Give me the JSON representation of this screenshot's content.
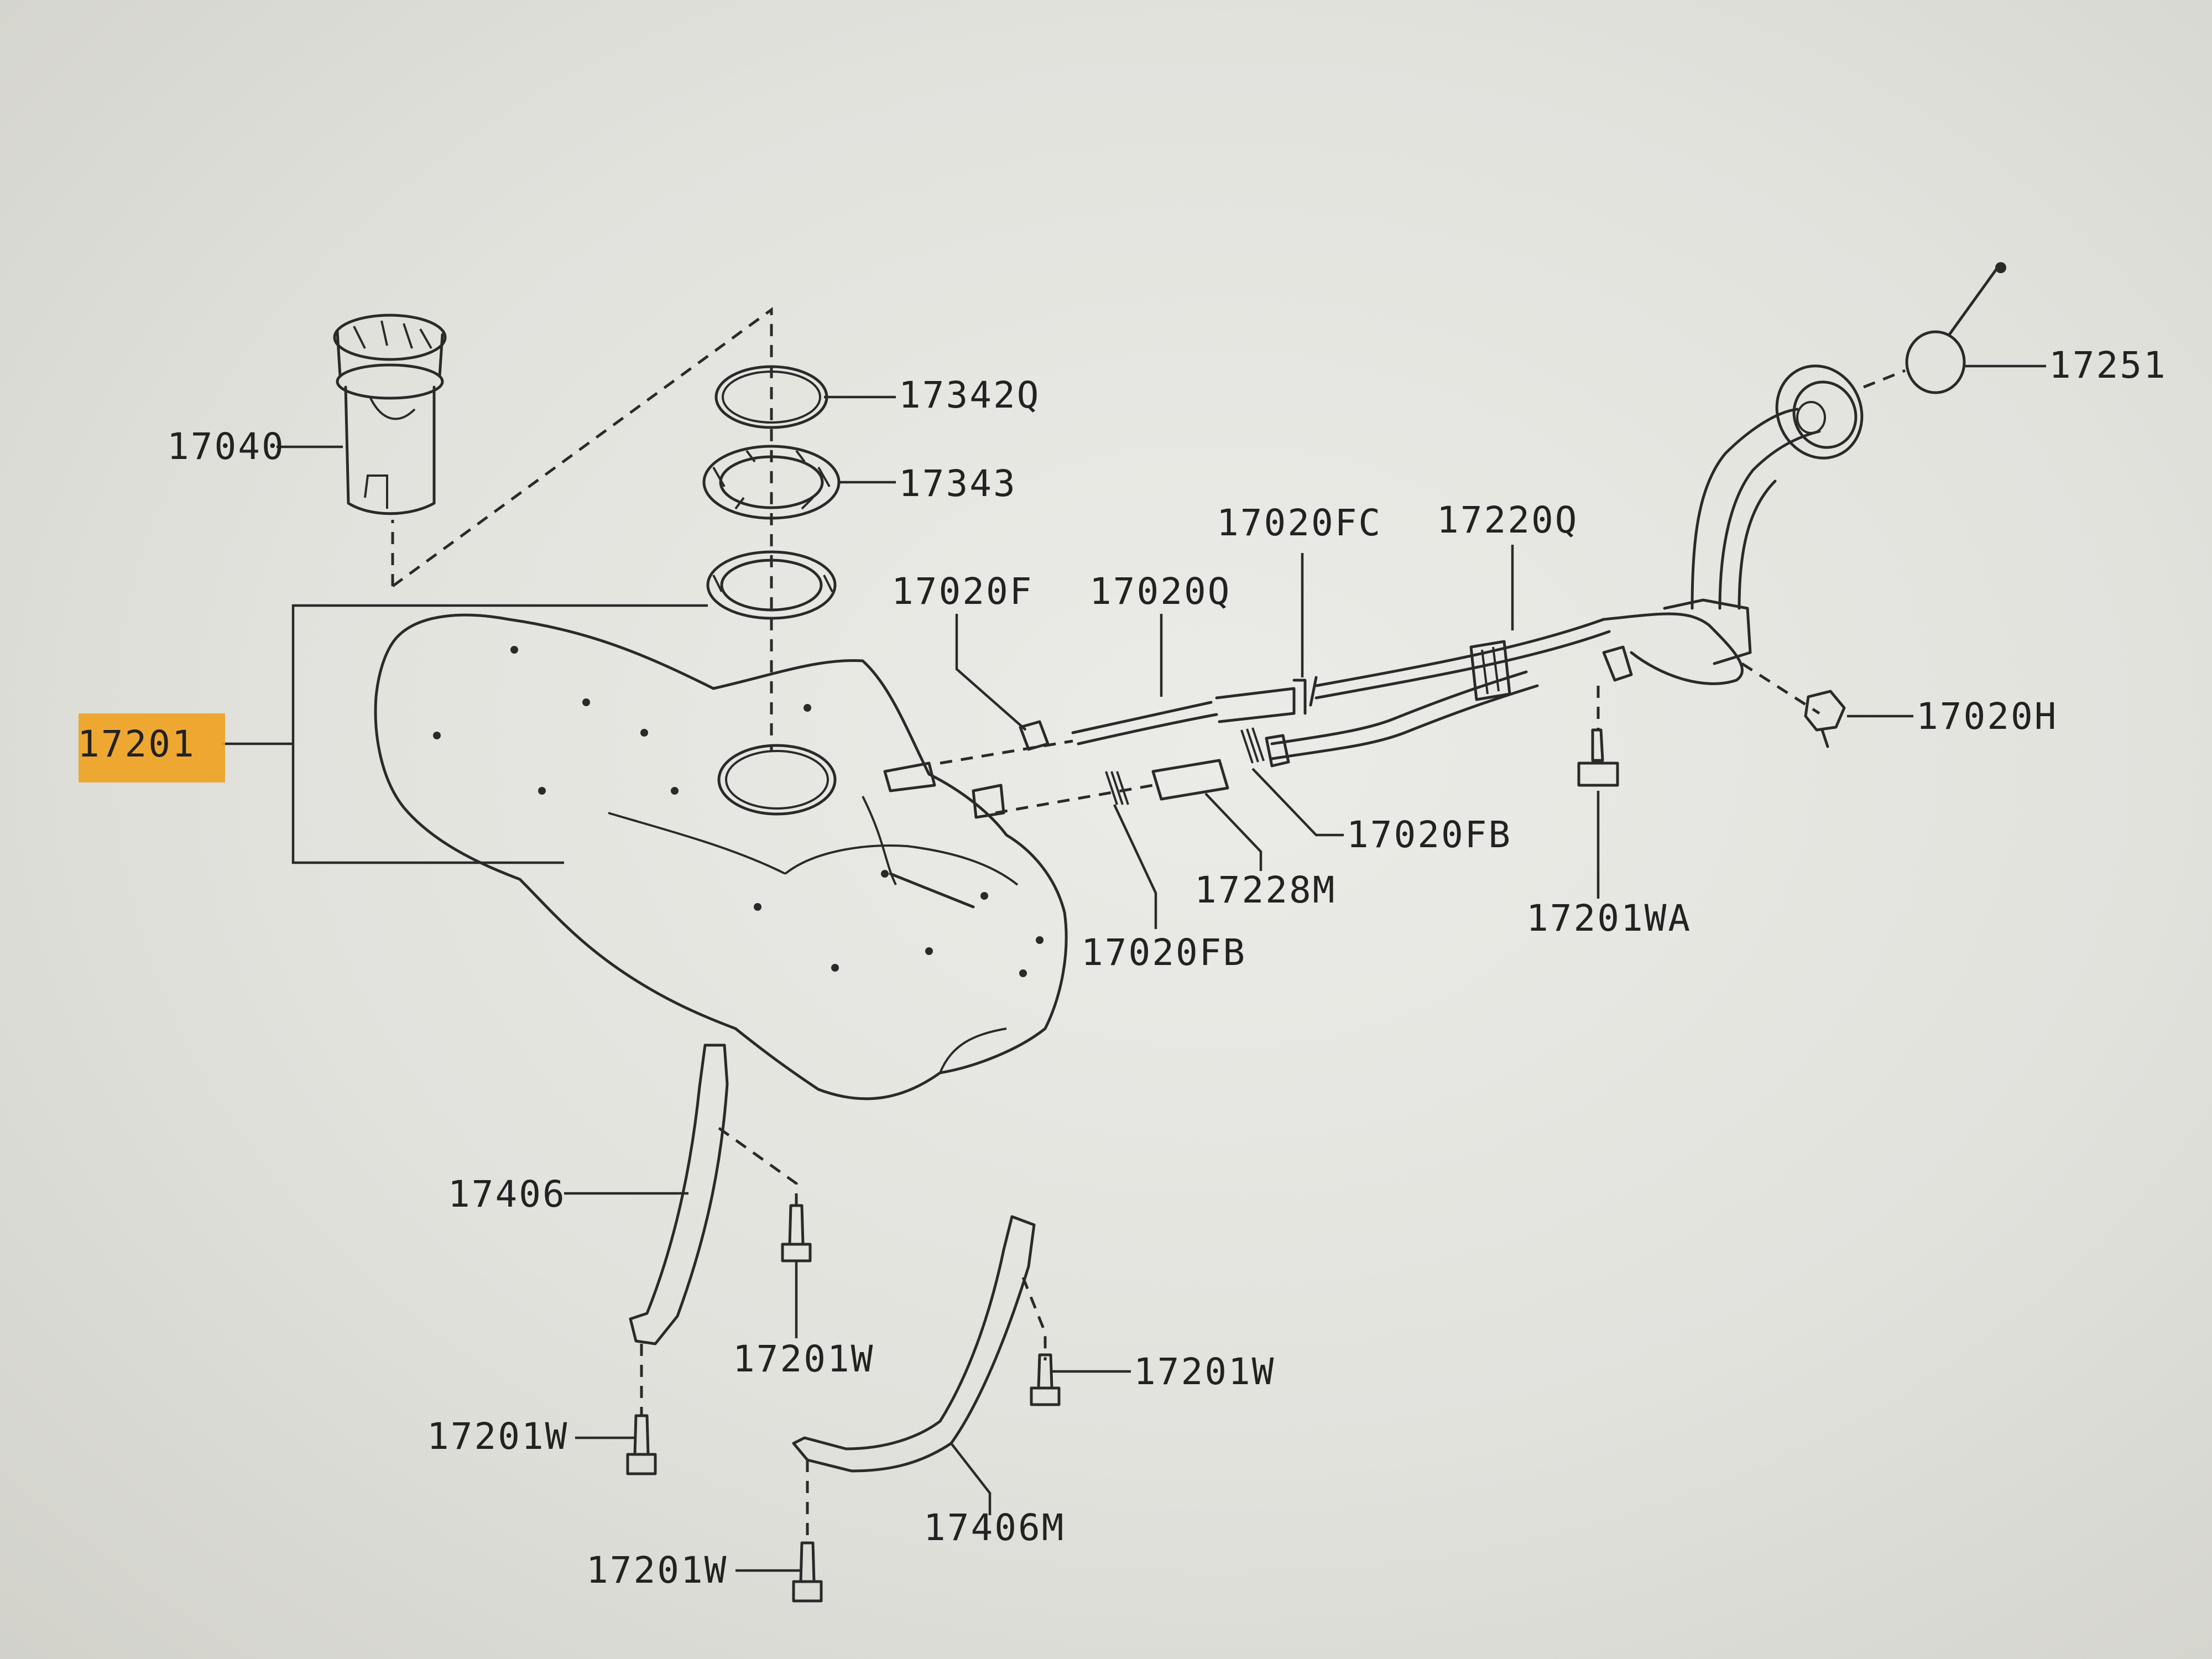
{
  "diagram": {
    "parts": [
      {
        "key": "p17040",
        "label": "17040"
      },
      {
        "key": "p17342q",
        "label": "17342Q"
      },
      {
        "key": "p17343",
        "label": "17343"
      },
      {
        "key": "p17201",
        "label": "17201",
        "highlighted": true
      },
      {
        "key": "p17020f",
        "label": "17020F"
      },
      {
        "key": "p17020q",
        "label": "17020Q"
      },
      {
        "key": "p17020fc",
        "label": "17020FC"
      },
      {
        "key": "p17220q",
        "label": "17220Q"
      },
      {
        "key": "p17251",
        "label": "17251"
      },
      {
        "key": "p17020h",
        "label": "17020H"
      },
      {
        "key": "p17020fb_a",
        "label": "17020FB"
      },
      {
        "key": "p17228m",
        "label": "17228M"
      },
      {
        "key": "p17201wa",
        "label": "17201WA"
      },
      {
        "key": "p17020fb_b",
        "label": "17020FB"
      },
      {
        "key": "p17406",
        "label": "17406"
      },
      {
        "key": "p17201w_a",
        "label": "17201W"
      },
      {
        "key": "p17201w_b",
        "label": "17201W"
      },
      {
        "key": "p17201w_c",
        "label": "17201W"
      },
      {
        "key": "p17406m",
        "label": "17406M"
      },
      {
        "key": "p17201w_d",
        "label": "17201W"
      }
    ],
    "highlight_color": "#f0a21f"
  }
}
